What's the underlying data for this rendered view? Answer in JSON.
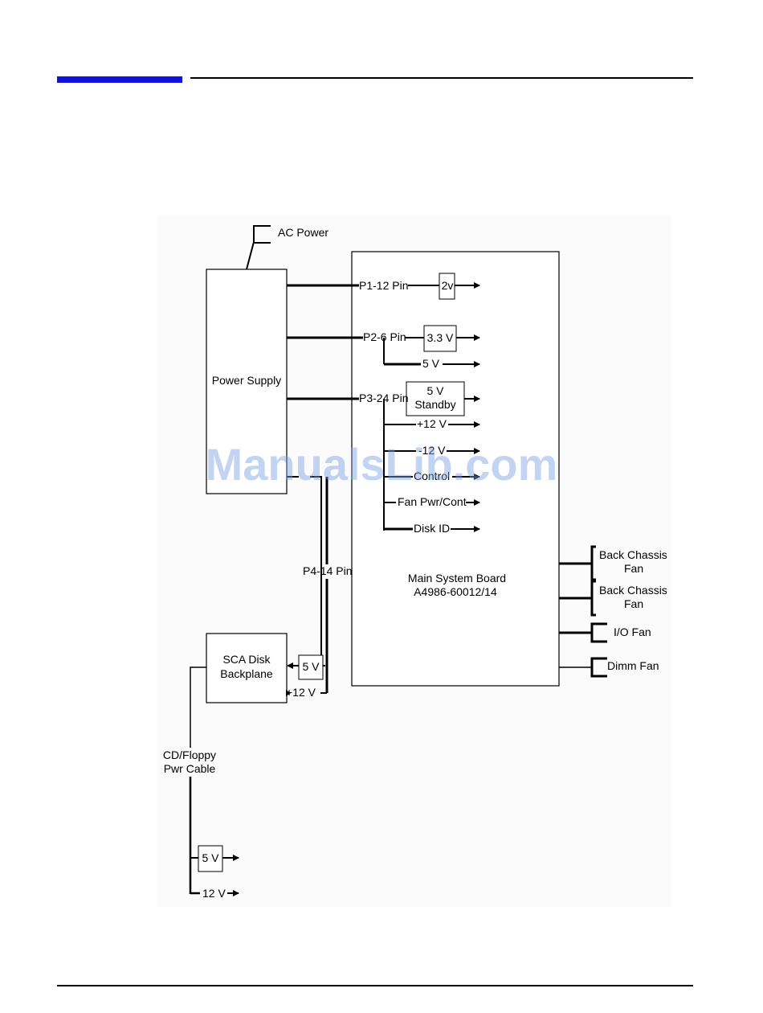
{
  "diagram": {
    "ac_power": "AC Power",
    "power_supply": "Power Supply",
    "p1": "P1-12 Pin",
    "p2": "P2-6 Pin",
    "p3": "P3-24 Pin",
    "p4": "P4-14 Pin",
    "v2": "2v",
    "v33": "3.3 V",
    "v5": "5 V",
    "standby_5v": "5 V",
    "standby": "Standby",
    "plus12": "+12 V",
    "minus12": "-12 V",
    "control": "Control",
    "fan_pwr": "Fan Pwr/Cont",
    "disk_id": "Disk ID",
    "main_board": "Main System Board",
    "board_part": "A4986-60012/14",
    "back_chassis": "Back Chassis",
    "fan": "Fan",
    "io_fan": "I/O Fan",
    "dimm_fan": "Dimm Fan",
    "sca_disk": "SCA Disk",
    "backplane": "Backplane",
    "backplane_5v": "5 V",
    "backplane_12v": "+12 V",
    "cd_floppy": "CD/Floppy",
    "pwr_cable": "Pwr Cable",
    "cd_5v": "5 V",
    "cd_12v": "12 V"
  },
  "watermark": "ManualsLib.com"
}
